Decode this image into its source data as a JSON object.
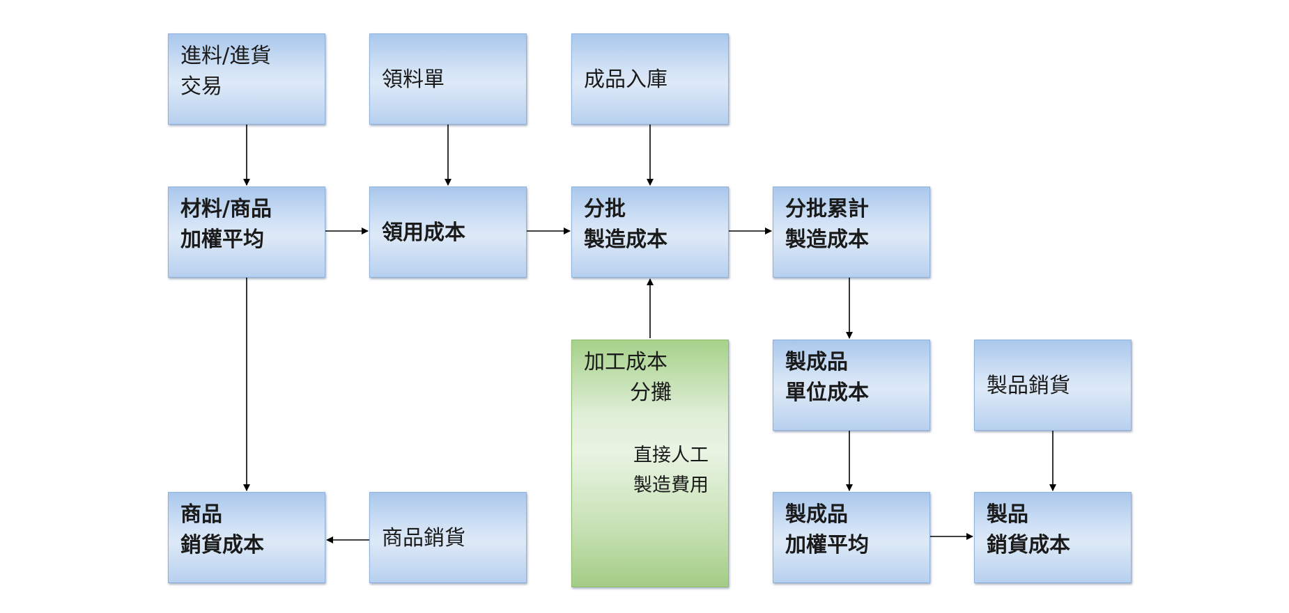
{
  "boxes": {
    "purchase": "進料/進貨\n交易",
    "requisition": "領料單",
    "finished_in": "成品入庫",
    "weighted_avg": "材料/商品\n加權平均",
    "issue_cost": "領用成本",
    "batch_cost": "分批\n製造成本",
    "cumulative": "分批累計\n製造成本",
    "unit_cost": "製成品\n單位成本",
    "product_sales": "製品銷貨",
    "merch_cogs": "商品\n銷貨成本",
    "merch_sales": "商品銷貨",
    "fg_weighted": "製成品\n加權平均",
    "product_cogs": "製品\n銷貨成本"
  },
  "labor": {
    "title_line1": "加工成本",
    "title_line2": "分攤",
    "item1": "直接人工",
    "item2": "製造費用"
  },
  "colors": {
    "box_fill": "#c6daf3",
    "labor_fill": "#bfe0a8",
    "arrow": "#000000"
  }
}
